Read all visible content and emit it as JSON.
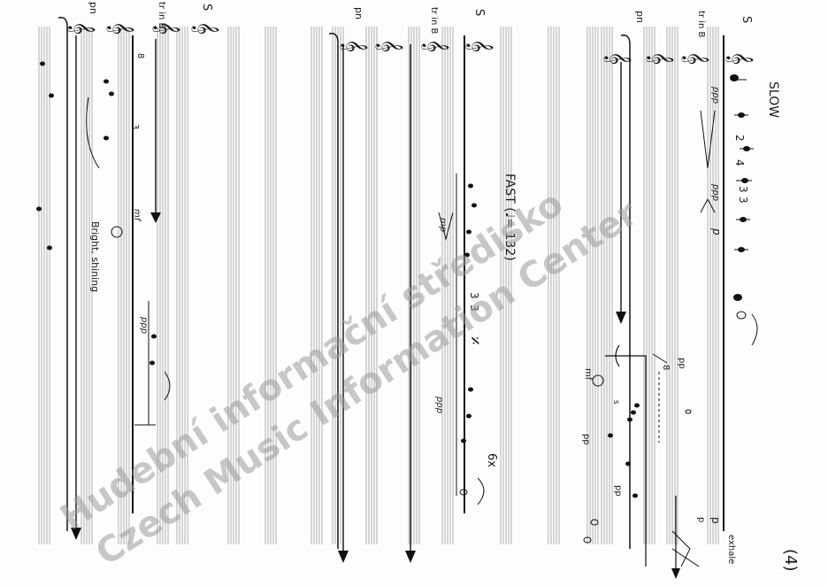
{
  "page_number": "(4)",
  "systems": [
    {
      "id": "system-1",
      "instruments": [
        "S",
        "tr\nin\nB",
        "pn"
      ],
      "tempo": "SLOW",
      "dynamics": [
        "ppp",
        "ppp",
        "p"
      ],
      "rhythm_marks": [
        "2",
        "4",
        "3",
        "3"
      ],
      "extra_labels": [
        "p",
        "exhale",
        "p",
        "pp",
        "mf",
        "pp",
        "pp",
        "8",
        "s"
      ]
    },
    {
      "id": "system-2",
      "instruments": [
        "S",
        "tr\nin\nB",
        "pn"
      ],
      "tempo": "FAST (♩= 132)",
      "dynamics": [
        "mp",
        "ppp"
      ],
      "rhythm_marks": [
        "3",
        "3",
        "6x"
      ],
      "extra_labels": []
    },
    {
      "id": "system-3",
      "instruments": [
        "S",
        "tr\nin\nB",
        "pn"
      ],
      "tempo": "",
      "dynamics": [
        "mf",
        "ppp"
      ],
      "rhythm_marks": [
        "3",
        "8"
      ],
      "extra_labels": [
        "Bright, shining"
      ]
    }
  ],
  "watermark": {
    "line1": "Hudební informační středisko",
    "line2": "Czech Music Information Center"
  }
}
